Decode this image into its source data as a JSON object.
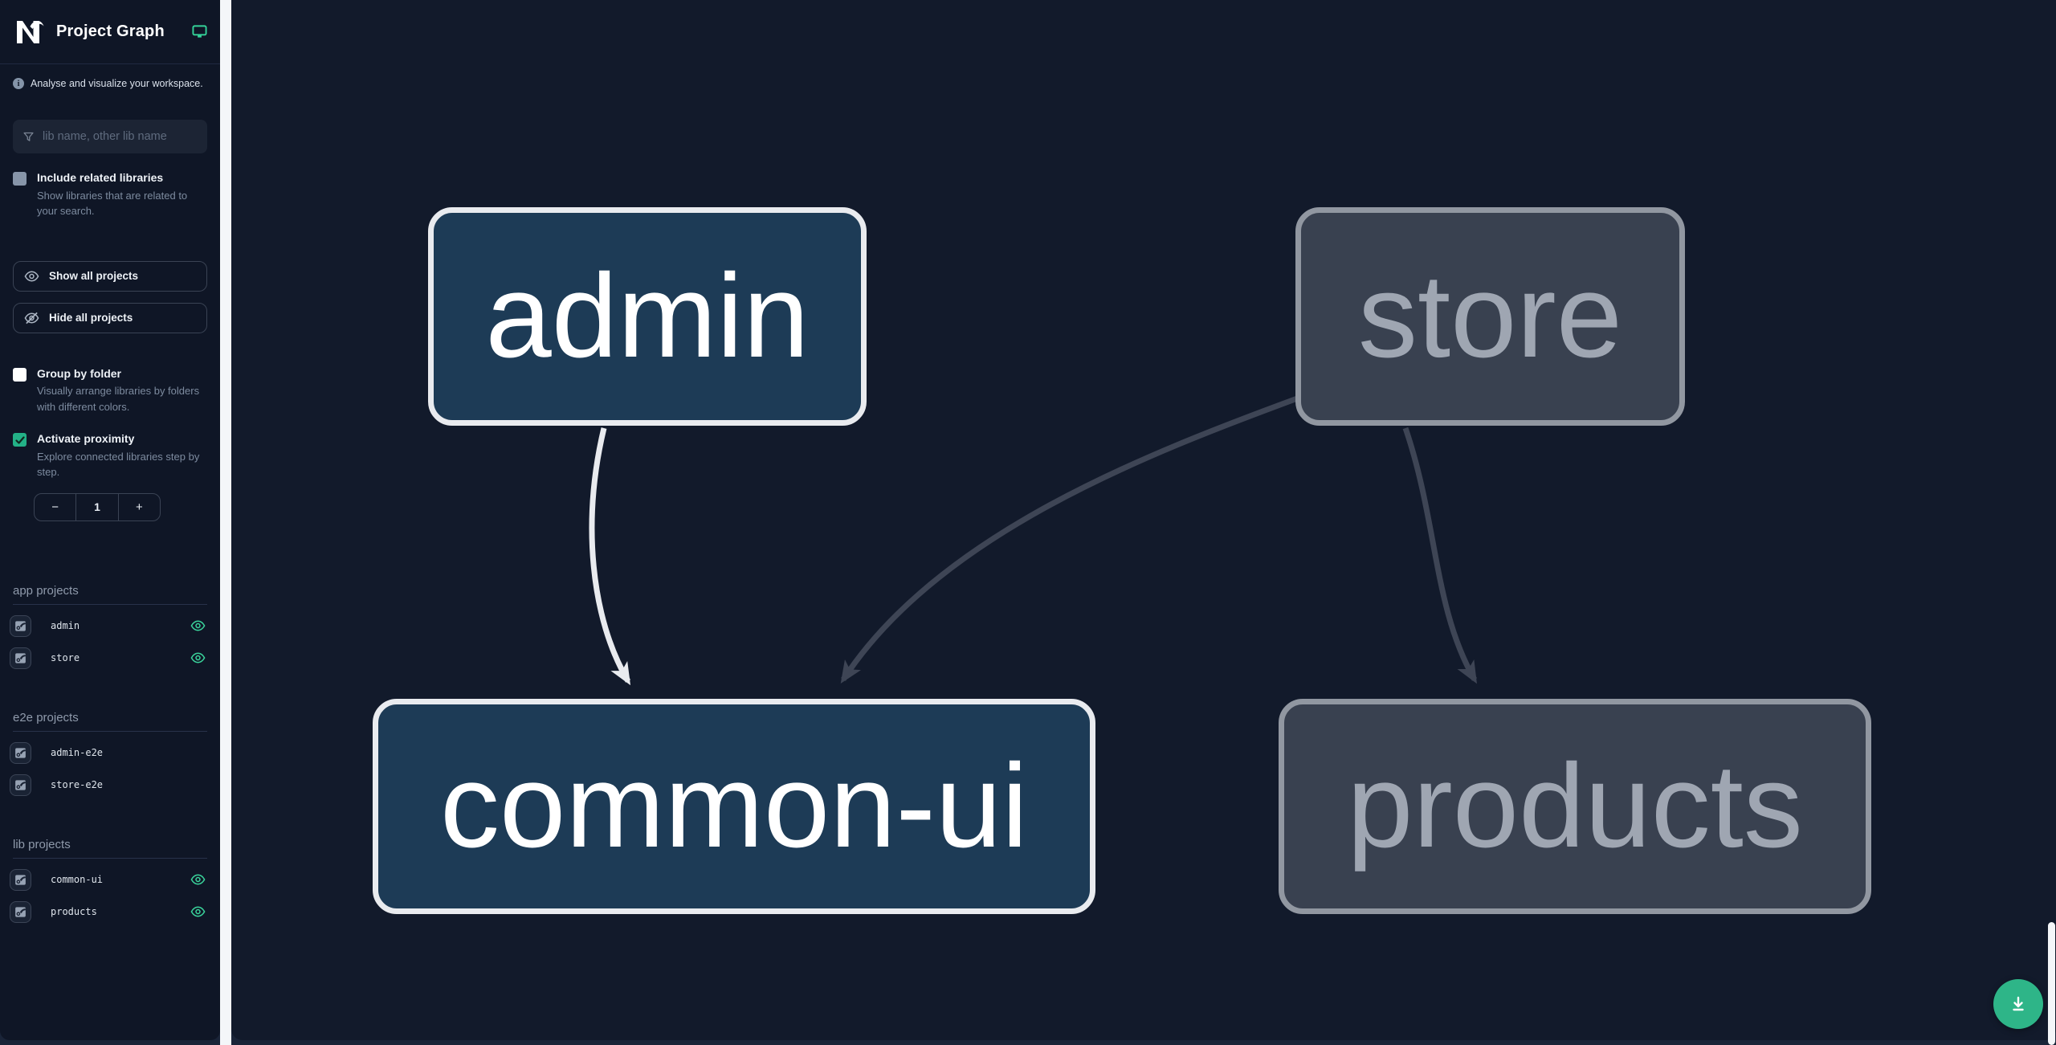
{
  "app": {
    "title": "Project Graph"
  },
  "sidebar": {
    "tagline": "Analyse and visualize your workspace.",
    "search_placeholder": "lib name, other lib name",
    "include_related": {
      "label": "Include related libraries",
      "desc": "Show libraries that are related to your search."
    },
    "show_all_label": "Show all projects",
    "hide_all_label": "Hide all projects",
    "group_by_folder": {
      "label": "Group by folder",
      "desc": "Visually arrange libraries by folders with different colors."
    },
    "activate_proximity": {
      "label": "Activate proximity",
      "desc": "Explore connected libraries step by step.",
      "checked": true
    },
    "proximity": {
      "decrement": "−",
      "value": "1",
      "increment": "+"
    },
    "sections": [
      {
        "title": "app projects",
        "items": [
          {
            "name": "admin",
            "visible": true
          },
          {
            "name": "store",
            "visible": true
          }
        ]
      },
      {
        "title": "e2e projects",
        "items": [
          {
            "name": "admin-e2e",
            "visible": false
          },
          {
            "name": "store-e2e",
            "visible": false
          }
        ]
      },
      {
        "title": "lib projects",
        "items": [
          {
            "name": "common-ui",
            "visible": true
          },
          {
            "name": "products",
            "visible": true
          }
        ]
      }
    ]
  },
  "graph": {
    "nodes": [
      {
        "label": "admin",
        "state": "focused"
      },
      {
        "label": "store",
        "state": "faded"
      },
      {
        "label": "common-ui",
        "state": "focused"
      },
      {
        "label": "products",
        "state": "faded"
      }
    ],
    "edges": [
      {
        "from": "admin",
        "to": "common-ui",
        "style": "highlighted"
      },
      {
        "from": "store",
        "to": "common-ui",
        "style": "faded"
      },
      {
        "from": "store",
        "to": "products",
        "style": "faded"
      }
    ]
  },
  "colors": {
    "accent_green": "#34d399",
    "fab_green": "#2eb588",
    "node_focused_fill": "#1d3b56",
    "node_focused_border": "#e9ebef",
    "node_faded_fill": "#394150",
    "node_faded_border": "#9197a1",
    "edge_highlight": "#e9ebef",
    "edge_faded": "#3e4555",
    "canvas_bg": "#121a2b",
    "sidebar_bg": "#0f1626"
  }
}
